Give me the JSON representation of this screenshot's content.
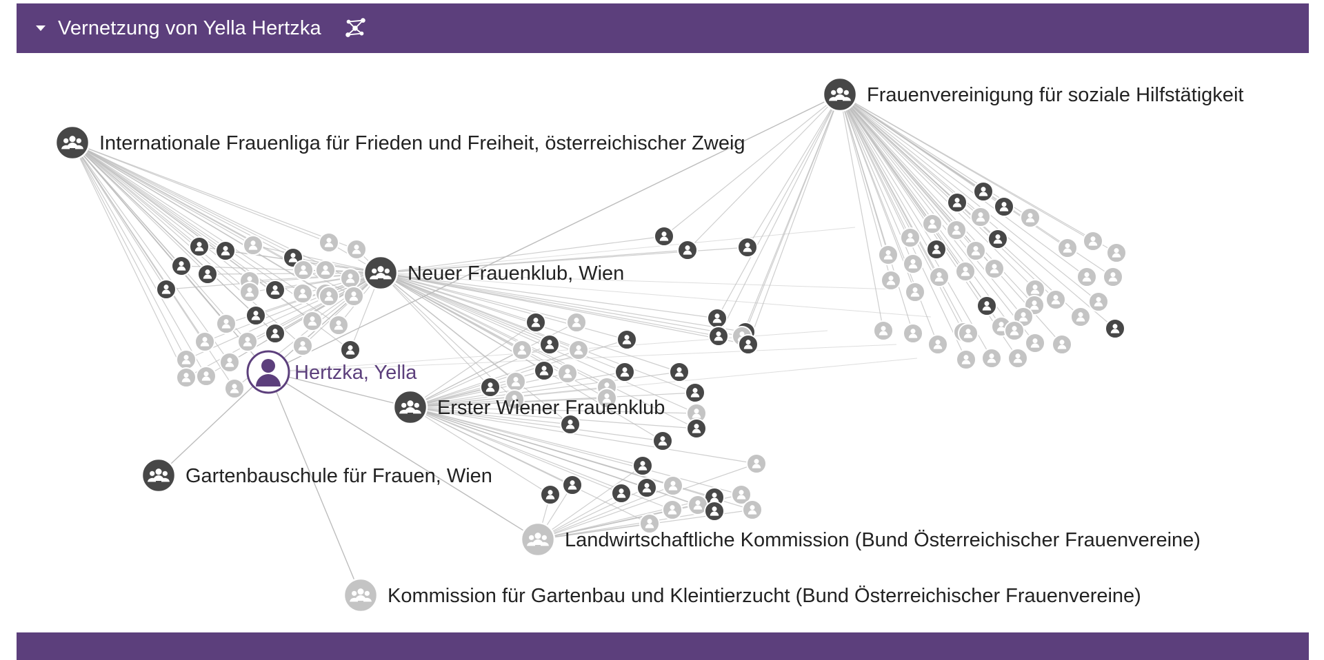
{
  "panel": {
    "title": "Vernetzung von Yella Hertzka",
    "icon": "network-graph-icon",
    "accent": "#5c3f7c"
  },
  "graph": {
    "focus": {
      "id": "hertzka",
      "label": "Hertzka, Yella",
      "icon": "person-icon",
      "color": "#5c3f7c"
    },
    "organizations": [
      {
        "id": "ifl",
        "label": "Internationale Frauenliga für Frieden und Freiheit, österreichischer Zweig",
        "icon": "group-icon",
        "style": "dark"
      },
      {
        "id": "fsh",
        "label": "Frauenvereinigung für soziale Hilfstätigkeit",
        "icon": "group-icon",
        "style": "dark"
      },
      {
        "id": "nfw",
        "label": "Neuer Frauenklub, Wien",
        "icon": "group-icon",
        "style": "dark"
      },
      {
        "id": "ewf",
        "label": "Erster Wiener Frauenklub",
        "icon": "group-icon",
        "style": "dark"
      },
      {
        "id": "gfw",
        "label": "Gartenbauschule für Frauen, Wien",
        "icon": "group-icon",
        "style": "dark"
      },
      {
        "id": "lwk",
        "label": "Landwirtschaftliche Kommission (Bund Österreichischer Frauenvereine)",
        "icon": "group-icon",
        "style": "light"
      },
      {
        "id": "kgk",
        "label": "Kommission für Gartenbau und Kleintierzucht (Bund Österreichischer Frauenvereine)",
        "icon": "group-icon",
        "style": "light"
      }
    ],
    "colors": {
      "dark_node": "#474747",
      "light_node": "#c4c4c4",
      "edge": "#bdbdbd"
    }
  }
}
